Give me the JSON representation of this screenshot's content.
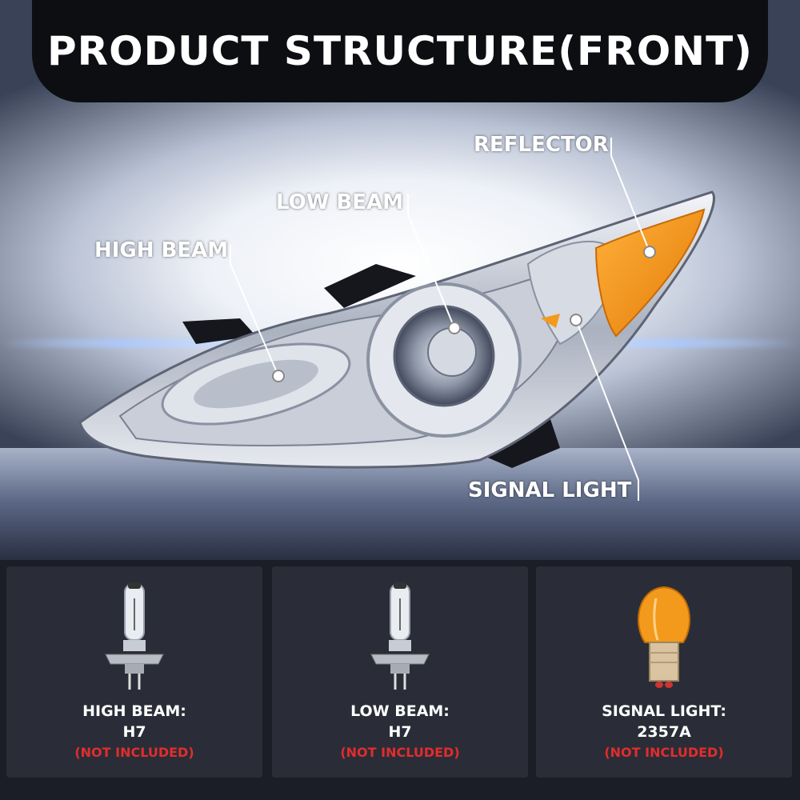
{
  "header": {
    "title": "PRODUCT STRUCTURE(FRONT)"
  },
  "callouts": {
    "reflector": "REFLECTOR",
    "low_beam": "LOW BEAM",
    "high_beam": "HIGH BEAM",
    "signal_light": "SIGNAL LIGHT"
  },
  "cards": [
    {
      "name": "HIGH BEAM:",
      "spec": "H7",
      "note": "(NOT INCLUDED)",
      "icon": "h7-bulb-icon"
    },
    {
      "name": "LOW BEAM:",
      "spec": "H7",
      "note": "(NOT INCLUDED)",
      "icon": "h7-bulb-icon"
    },
    {
      "name": "SIGNAL LIGHT:",
      "spec": "2357A",
      "note": "(NOT INCLUDED)",
      "icon": "amber-bulb-icon"
    }
  ],
  "colors": {
    "amber": "#f39a1c",
    "note_red": "#e12d2d",
    "title_bg": "#0d0e12"
  }
}
